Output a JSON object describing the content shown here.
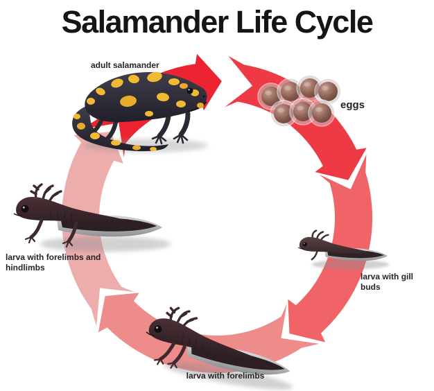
{
  "title": "Salamander Life Cycle",
  "colors": {
    "background": "#ffffff",
    "title": "#161515",
    "label": "#262324"
  },
  "stages": [
    {
      "id": "eggs",
      "label": "eggs",
      "count": 7
    },
    {
      "id": "larva-with-gill-buds",
      "label": "larva with gill buds"
    },
    {
      "id": "larva-with-forelimbs",
      "label": "larva with forelimbs"
    },
    {
      "id": "larva-with-forelimbs-and-hindlimbs",
      "label": "larva with forelimbs and hindlimbs"
    },
    {
      "id": "adult-salamander",
      "label": "adult salamander"
    }
  ],
  "cycle": {
    "direction": "clockwise",
    "segments": [
      {
        "name": "left-arc",
        "from": 230,
        "to": 299,
        "color": "#edadad"
      },
      {
        "name": "bottom-left-arc",
        "from": 143,
        "to": 225,
        "color": "#ee8b8b"
      },
      {
        "name": "bottom-right-arc",
        "from": 69,
        "to": 138,
        "color": "#f06367"
      },
      {
        "name": "right-arc",
        "from": 6,
        "to": 64,
        "color": "#ee3a44"
      },
      {
        "name": "top-arc",
        "from": 305,
        "to": 352,
        "color": "#ec2330"
      }
    ]
  }
}
